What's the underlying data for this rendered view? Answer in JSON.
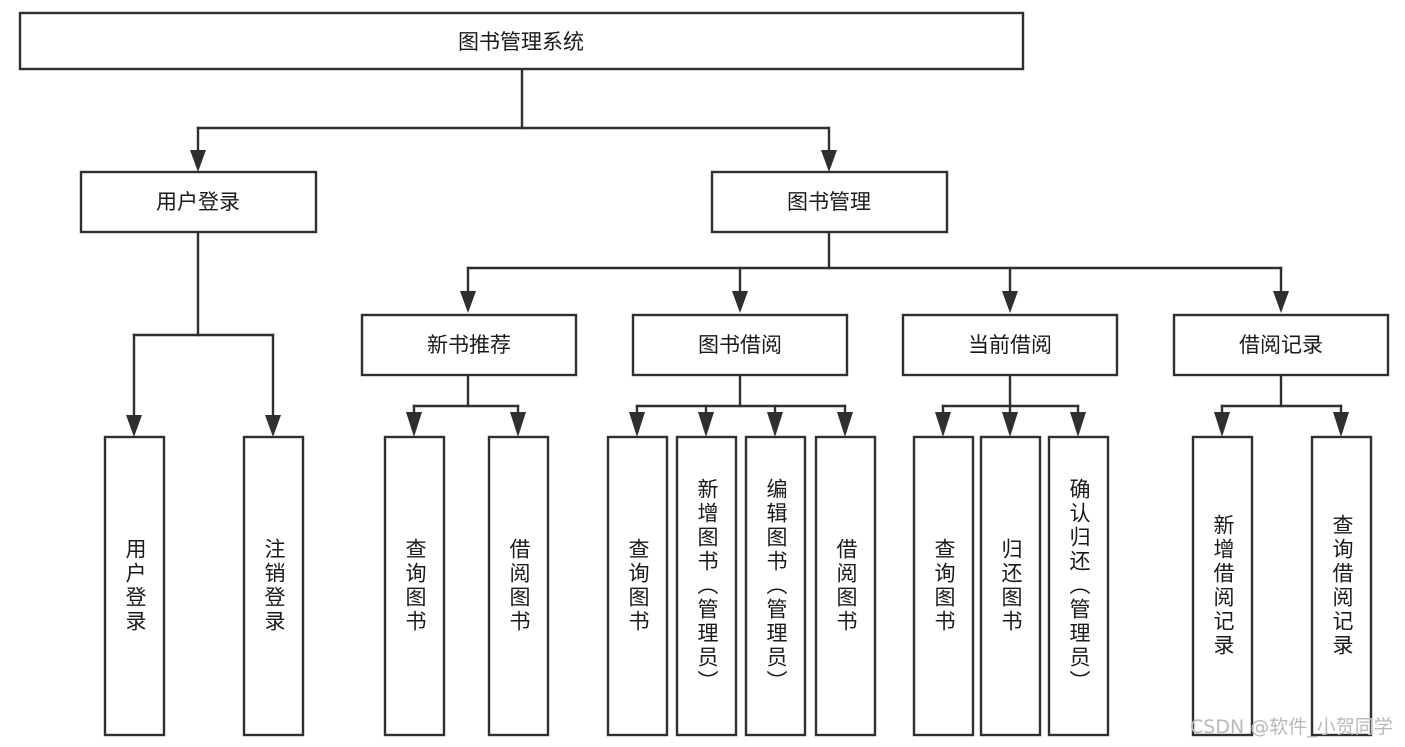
{
  "diagram": {
    "type": "tree",
    "title": "图书管理系统",
    "root": {
      "label": "图书管理系统"
    },
    "level2": [
      {
        "label": "用户登录"
      },
      {
        "label": "图书管理"
      }
    ],
    "level3": [
      {
        "label": "新书推荐"
      },
      {
        "label": "图书借阅"
      },
      {
        "label": "当前借阅"
      },
      {
        "label": "借阅记录"
      }
    ],
    "leaves": {
      "user_login": [
        "用户登录",
        "注销登录"
      ],
      "new_book_recommend": [
        "查询图书",
        "借阅图书"
      ],
      "book_borrow": [
        "查询图书",
        "新增图书（管理员）",
        "编辑图书（管理员）",
        "借阅图书"
      ],
      "current_borrow": [
        "查询图书",
        "归还图书",
        "确认归还（管理员）"
      ],
      "borrow_record": [
        "新增借阅记录",
        "查询借阅记录"
      ]
    },
    "colors": {
      "stroke": "#2f2f2f",
      "box_fill": "#ffffff",
      "text": "#1a1a1a",
      "background": "#ffffff",
      "watermark": "#b9b9b9"
    }
  },
  "watermark": {
    "text": "CSDN @软件_小贺同学"
  }
}
